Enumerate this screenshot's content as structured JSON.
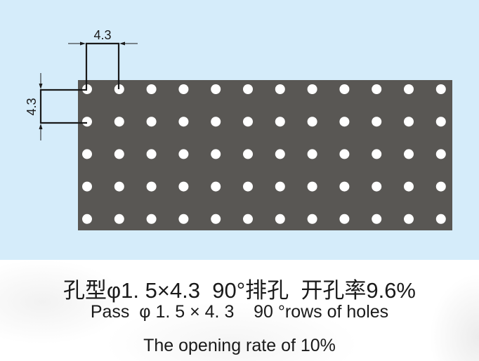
{
  "colors": {
    "background_top": "#d5ecfa",
    "plate": "#595754",
    "hole": "#ffffff",
    "dimension_line": "#1a1a1a",
    "text": "#1a1a1a"
  },
  "diagram": {
    "plate": {
      "columns": 12,
      "rows": 5
    },
    "dimensions": {
      "horizontal_pitch_label": "4.3",
      "vertical_pitch_label": "4.3"
    }
  },
  "captions": {
    "chinese": "孔型φ1. 5×4.3  90°排孔  开孔率9.6%",
    "english_line1": "Pass  φ 1. 5 × 4. 3    90 °rows of holes",
    "english_line2": "The opening rate of 10%"
  }
}
